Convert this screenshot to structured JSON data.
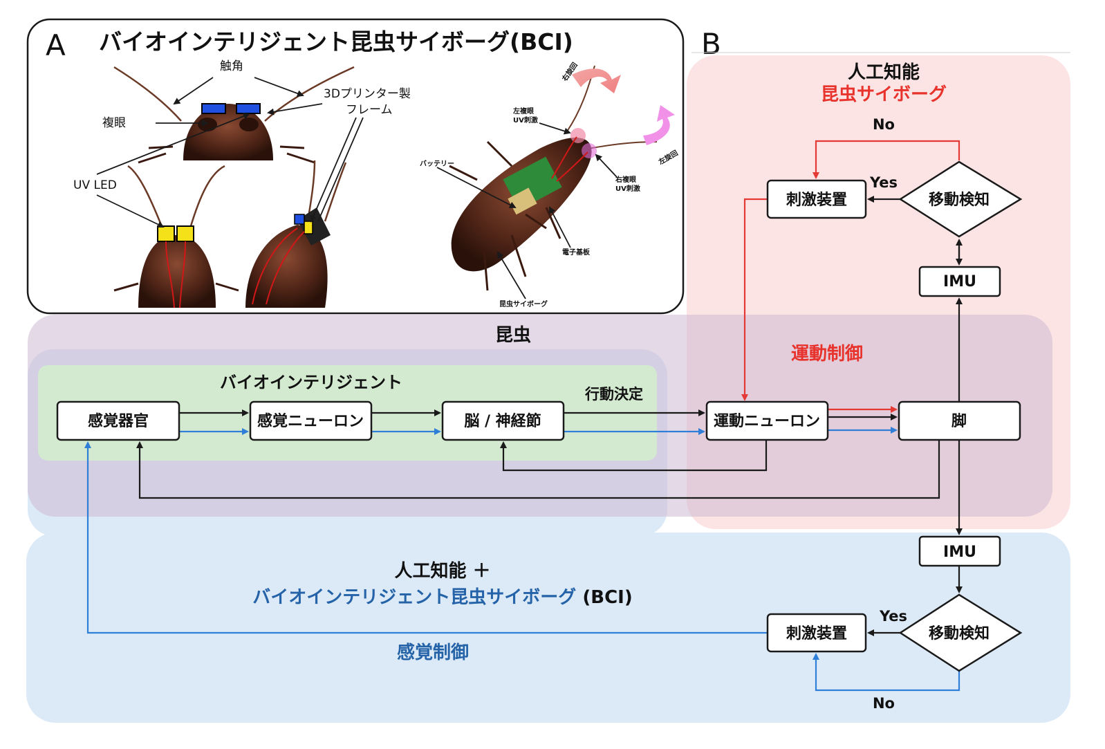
{
  "panel_a": {
    "letter": "A",
    "title": "バイオインテリジェント昆虫サイボーグ(BCI)",
    "labels": {
      "antenna": "触角",
      "compound_eye": "複眼",
      "frame_line1": "3Dプリンター製",
      "frame_line2": "フレーム",
      "uv_led": "UV LED",
      "battery": "バッテリー",
      "left_eye_line1": "左複眼",
      "left_eye_line2": "UV刺激",
      "right_eye_line1": "右複眼",
      "right_eye_line2": "UV刺激",
      "board": "電子基板",
      "cyborg": "昆虫サイボーグ",
      "right_turn": "右旋回",
      "left_turn": "左旋回"
    }
  },
  "panel_b": {
    "letter": "B",
    "ai_title": "人工知能",
    "ai_subtitle": "昆虫サイボーグ",
    "insect_title": "昆虫",
    "bio_title": "バイオインテリジェント",
    "motor_control": "運動制御",
    "behavior_decision": "行動決定",
    "bci_title_line1": "人工知能 ＋",
    "bci_title_line2a": "バイオインテリジェント昆虫サイボーグ",
    "bci_title_line2b": " (BCI)",
    "sensory_control": "感覚制御",
    "boxes": {
      "sense_organ": "感覚器官",
      "sensory_neuron": "感覚ニューロン",
      "brain": "脳 / 神経節",
      "motor_neuron": "運動ニューロン",
      "leg": "脚",
      "stim_top": "刺激装置",
      "detect_top": "移動検知",
      "imu_top": "IMU",
      "imu_bottom": "IMU",
      "stim_bottom": "刺激装置",
      "detect_bottom": "移動検知"
    },
    "yes_top": "Yes",
    "no_top": "No",
    "yes_bottom": "Yes",
    "no_bottom": "No"
  },
  "colors": {
    "red_region": "#fde4e4",
    "purple_region": "#e4d5e3",
    "blue_region": "#dce9f7",
    "green_region": "#d3ead0",
    "red_text": "#e8322c",
    "blue_text": "#2563a8",
    "red_arrow": "#e53935",
    "blue_arrow": "#2f7fd8",
    "black_arrow": "#1a1a1a"
  }
}
